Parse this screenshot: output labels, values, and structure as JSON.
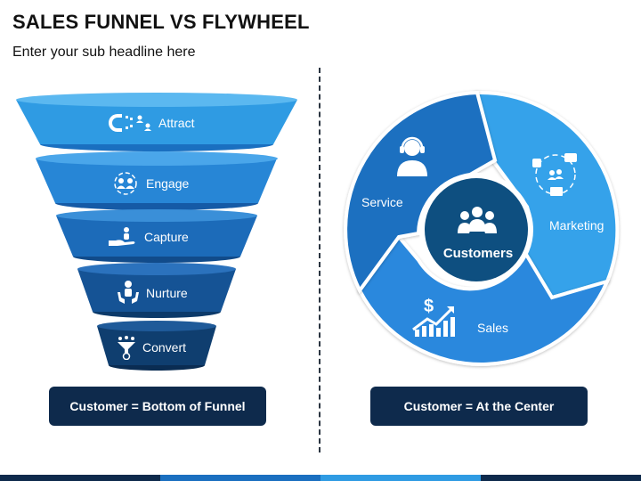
{
  "header": {
    "title": "SALES FUNNEL VS FLYWHEEL",
    "subtitle": "Enter your sub headline here"
  },
  "funnel": {
    "layers": [
      {
        "label": "Attract",
        "icon": "magnet-icon",
        "color": "#2f9be3"
      },
      {
        "label": "Engage",
        "icon": "people-cycle-icon",
        "color": "#2786d6"
      },
      {
        "label": "Capture",
        "icon": "hand-person-icon",
        "color": "#1c6bb9"
      },
      {
        "label": "Nurture",
        "icon": "person-hands-icon",
        "color": "#155395"
      },
      {
        "label": "Convert",
        "icon": "funnel-coin-icon",
        "color": "#0f3e6f"
      }
    ],
    "caption": "Customer = Bottom of Funnel"
  },
  "flywheel": {
    "center": {
      "label": "Customers",
      "icon": "group-icon",
      "color": "#0e4f80"
    },
    "segments": [
      {
        "label": "Service",
        "icon": "headset-agent-icon",
        "color": "#1a6fc0"
      },
      {
        "label": "Marketing",
        "icon": "social-marketing-icon",
        "color": "#36a2ea"
      },
      {
        "label": "Sales",
        "icon": "sales-growth-icon",
        "color": "#2a88dd"
      }
    ],
    "caption": "Customer = At the Center"
  },
  "colors": {
    "dark_navy": "#0e2a4c",
    "accent_light": "#36a2ea"
  }
}
